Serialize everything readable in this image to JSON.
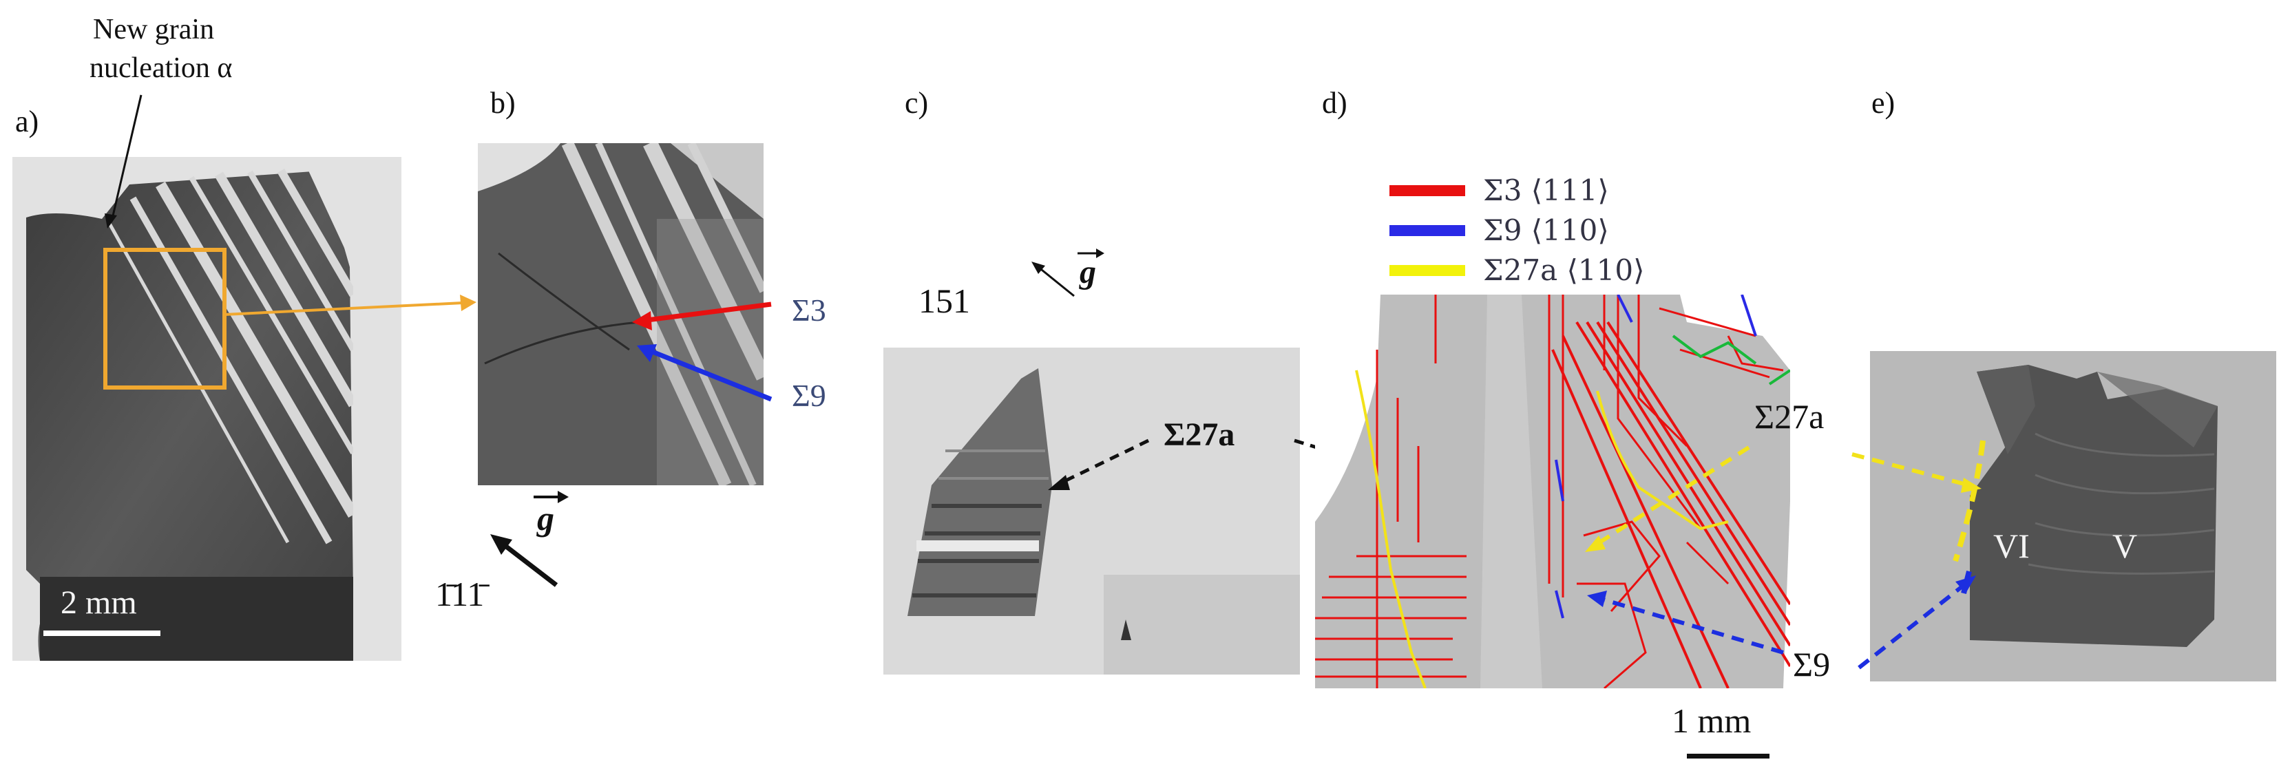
{
  "panels": {
    "a": {
      "tag": "a)",
      "annotation_line1": "New grain",
      "annotation_line2": "nucleation α",
      "scale_bar": "2 mm"
    },
    "b": {
      "tag": "b)",
      "sigma3": "Σ3",
      "sigma9": "Σ9",
      "g_label": "g",
      "reflection": "1̄11̄"
    },
    "c": {
      "tag": "c)",
      "reflection": "151",
      "g_label": "g",
      "sigma27a": "Σ27a"
    },
    "d": {
      "tag": "d)",
      "legend": [
        {
          "label": "Σ3 ⟨111⟩",
          "color": "#e81010"
        },
        {
          "label": "Σ9 ⟨110⟩",
          "color": "#2a2ae6"
        },
        {
          "label": "Σ27a ⟨110⟩",
          "color": "#f2f20a"
        }
      ],
      "scale_bar": "1 mm"
    },
    "e": {
      "tag": "e)",
      "sigma27a": "Σ27a",
      "sigma9": "Σ9",
      "grain_vi": "VI",
      "grain_v": "V"
    }
  },
  "colors": {
    "zoom_box": "#f0a830",
    "sigma3_arrow": "#e81010",
    "sigma9_arrow": "#1c2ee0",
    "sigma27a_dash": "#f2e21a",
    "sigma9_dash": "#1c2ee0",
    "map_red": "#e81010",
    "map_green": "#19b93a"
  }
}
